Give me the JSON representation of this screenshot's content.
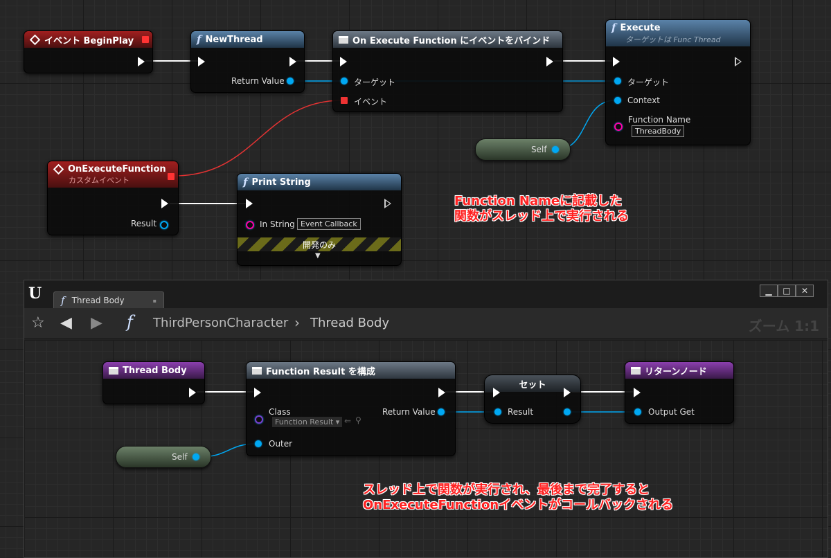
{
  "top_graph": {
    "begin_play": {
      "title": "イベント BeginPlay"
    },
    "new_thread": {
      "title": "NewThread",
      "return_value": "Return Value"
    },
    "bind_event": {
      "title": "On Execute Function にイベントをバインド",
      "target": "ターゲット",
      "event": "イベント"
    },
    "execute": {
      "title": "Execute",
      "subtitle": "ターゲットは Func Thread",
      "target": "ターゲット",
      "context": "Context",
      "function_name": "Function Name",
      "function_name_value": "ThreadBody"
    },
    "self_top": {
      "label": "Self"
    },
    "on_execute_function": {
      "title": "OnExecuteFunction",
      "subtitle": "カスタムイベント",
      "result": "Result"
    },
    "print_string": {
      "title": "Print String",
      "in_string": "In String",
      "in_string_value": "Event Callback",
      "dev_only": "開発のみ",
      "expand": "▼"
    },
    "annotation1": {
      "line1": "Function Nameに記載した",
      "line2": "関数がスレッド上で実行される"
    }
  },
  "window": {
    "ue_logo": "U",
    "tab_label": "Thread Body",
    "tab_close": "▪",
    "buttons": {
      "minimize": "▁",
      "maximize": "□",
      "close": "✕"
    },
    "breadcrumb": {
      "class_name": "ThirdPersonCharacter",
      "separator": "›",
      "function_name": "Thread Body"
    },
    "zoom": "ズーム 1:1"
  },
  "bottom_graph": {
    "thread_body": {
      "title": "Thread Body"
    },
    "make_result": {
      "title": "Function Result を構成",
      "class": "Class",
      "class_value": "Function Result ▾",
      "return_value": "Return Value",
      "outer": "Outer"
    },
    "set": {
      "title": "セット",
      "result": "Result"
    },
    "return_node": {
      "title": "リターンノード",
      "output_get": "Output Get"
    },
    "self_bottom": {
      "label": "Self"
    },
    "annotation2": {
      "line1": "スレッド上で関数が実行され、最後まで完了すると",
      "line2": "OnExecuteFunctionイベントがコールバックされる"
    }
  },
  "colors": {
    "exec_wire": "#ffffff",
    "object_wire": "#00a8f3",
    "delegate_wire": "#e33333",
    "annotation": "#ff2222"
  }
}
